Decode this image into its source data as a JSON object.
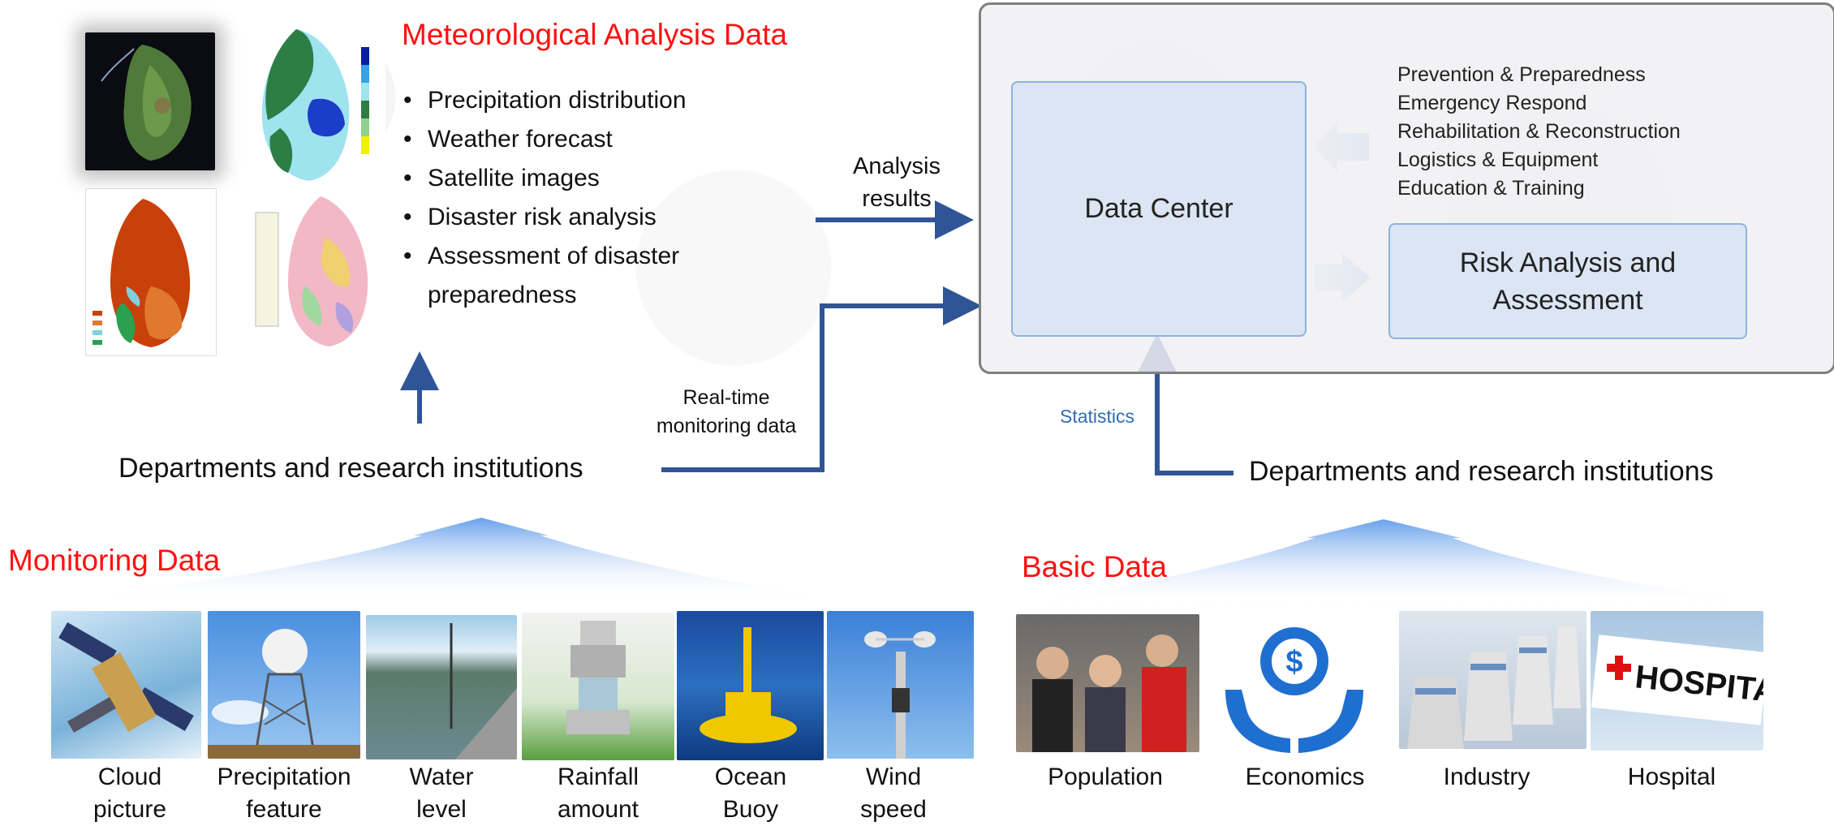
{
  "meteo": {
    "title": "Meteorological Analysis Data",
    "bullets": [
      "Precipitation distribution",
      "Weather forecast",
      "Satellite images",
      "Disaster risk analysis",
      "Assessment of disaster",
      "preparedness"
    ]
  },
  "flow": {
    "analysis_results_1": "Analysis",
    "analysis_results_2": "results",
    "realtime_1": "Real-time",
    "realtime_2": "monitoring data",
    "statistics": "Statistics",
    "dept_left": "Departments and research institutions",
    "dept_right": "Departments and research institutions"
  },
  "panel": {
    "data_center": "Data Center",
    "risk_1": "Risk Analysis and",
    "risk_2": "Assessment",
    "list": [
      "Prevention & Preparedness",
      "Emergency Respond",
      "Rehabilitation & Reconstruction",
      "Logistics & Equipment",
      "Education & Training"
    ]
  },
  "monitoring": {
    "title": "Monitoring Data",
    "items": [
      {
        "l1": "Cloud",
        "l2": "picture"
      },
      {
        "l1": "Precipitation",
        "l2": "feature"
      },
      {
        "l1": "Water",
        "l2": "level"
      },
      {
        "l1": "Rainfall",
        "l2": "amount"
      },
      {
        "l1": "Ocean",
        "l2": "Buoy"
      },
      {
        "l1": "Wind",
        "l2": "speed"
      }
    ]
  },
  "basic": {
    "title": "Basic Data",
    "items": [
      {
        "label": "Population"
      },
      {
        "label": "Economics"
      },
      {
        "label": "Industry"
      },
      {
        "label": "Hospital"
      }
    ],
    "hospital_sign": "HOSPITAL"
  },
  "colors": {
    "accent_red": "#ff1010",
    "arrow_blue": "#2f5597",
    "box_fill": "#dbe5f4"
  }
}
